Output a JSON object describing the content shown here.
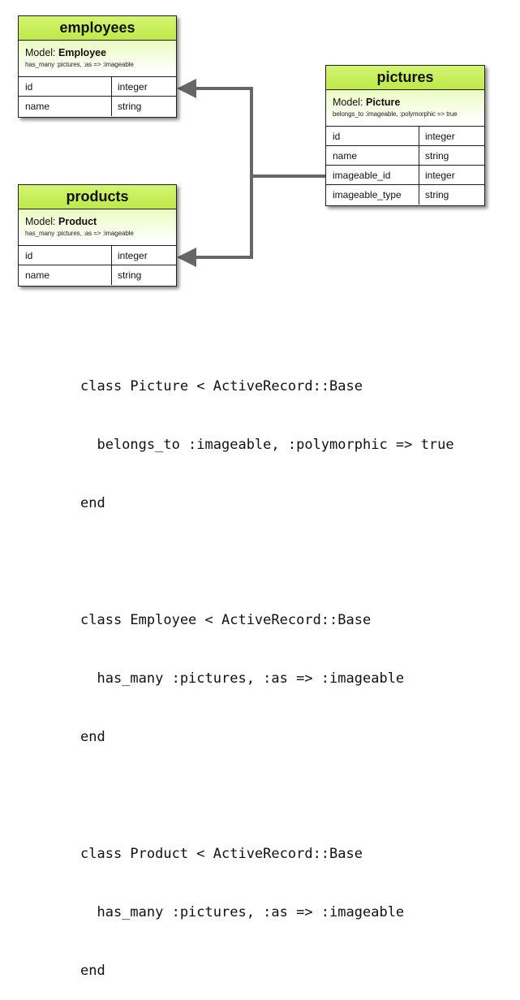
{
  "tables": [
    {
      "title": "employees",
      "model_label": "Model: ",
      "model_name": "Employee",
      "association": "has_many :pictures, :as => :imageable",
      "fields": [
        {
          "name": "id",
          "type": "integer"
        },
        {
          "name": "name",
          "type": "string"
        }
      ]
    },
    {
      "title": "products",
      "model_label": "Model: ",
      "model_name": "Product",
      "association": "has_many :pictures, :as => :imageable",
      "fields": [
        {
          "name": "id",
          "type": "integer"
        },
        {
          "name": "name",
          "type": "string"
        }
      ]
    },
    {
      "title": "pictures",
      "model_label": "Model: ",
      "model_name": "Picture",
      "association": "belongs_to :imageable, :polymorphic => true",
      "fields": [
        {
          "name": "id",
          "type": "integer"
        },
        {
          "name": "name",
          "type": "string"
        },
        {
          "name": "imageable_id",
          "type": "integer"
        },
        {
          "name": "imageable_type",
          "type": "string"
        }
      ]
    }
  ],
  "code": [
    [
      "class Picture < ActiveRecord::Base",
      "  belongs_to :imageable, :polymorphic => true",
      "end"
    ],
    [
      "class Employee < ActiveRecord::Base",
      "  has_many :pictures, :as => :imageable",
      "end"
    ],
    [
      "class Product < ActiveRecord::Base",
      "  has_many :pictures, :as => :imageable",
      "end"
    ]
  ],
  "colors": {
    "header": "#c8f25a",
    "connector": "#666666",
    "border": "#1f1f1f"
  }
}
